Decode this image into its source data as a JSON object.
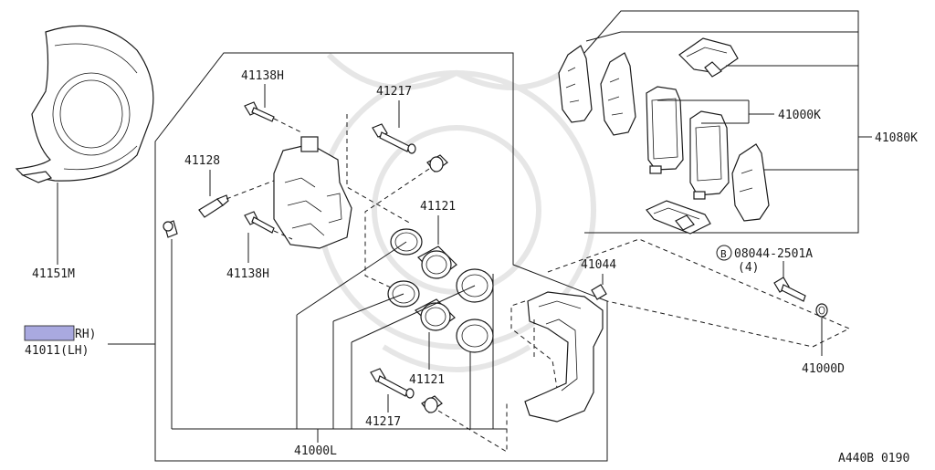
{
  "labels": {
    "p41151M": "41151M",
    "p41011_rh": "RH)",
    "p41011_lh": "41011(LH)",
    "p41138H_top": "41138H",
    "p41138H_bot": "41138H",
    "p41128": "41128",
    "p41217_top": "41217",
    "p41217_bot": "41217",
    "p41121_top": "41121",
    "p41121_bot": "41121",
    "p41000L": "41000L",
    "p41044": "41044",
    "p41000K": "41000K",
    "p41080K": "41080K",
    "bolt_circle": "B",
    "bolt_part": "08044-2501A",
    "bolt_qty": "(4)",
    "p41000D": "41000D",
    "diagram_code": "A440B 0190"
  },
  "colors": {
    "highlight": "#a9a9e0",
    "line": "#1a1a1a"
  }
}
